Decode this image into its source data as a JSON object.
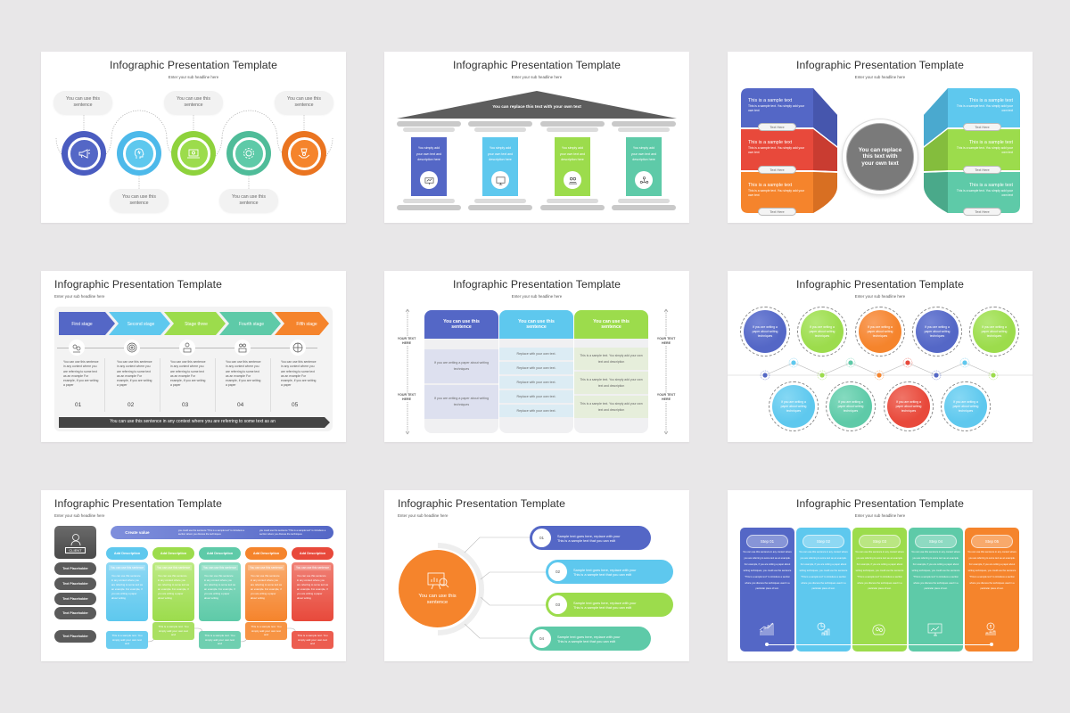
{
  "colors": {
    "background": "#e8e7e8",
    "blue": "#5467c6",
    "sky": "#5ec8ee",
    "green": "#9cdc4c",
    "teal": "#5ecaa8",
    "orange": "#f5842c",
    "red": "#e8493b",
    "gray": "#7a7a7a",
    "dark": "#3c3c3c"
  },
  "slides": [
    {
      "title": "Infographic Presentation Template",
      "subtitle": "Enter your sub headline here",
      "callouts": [
        "You can use this sentence",
        "You can use this sentence",
        "You can use this sentence",
        "You can use this sentence",
        "You can use this sentence"
      ],
      "icons": [
        "megaphone-icon",
        "head-idea-icon",
        "laptop-icon",
        "gear-cycle-icon",
        "hands-support-icon"
      ]
    },
    {
      "title": "Infographic Presentation Template",
      "subtitle": "Enter your sub headline here",
      "roof_text": "You can replace this text with your own text",
      "pillars": [
        {
          "text": "You simply add your own text and description here",
          "icon": "presentation-board-icon"
        },
        {
          "text": "You simply add your own text and description here",
          "icon": "monitor-icon"
        },
        {
          "text": "You simply add your own text and description here",
          "icon": "team-meeting-icon"
        },
        {
          "text": "You simply add your own text and description here",
          "icon": "network-people-icon"
        }
      ]
    },
    {
      "title": "Infographic Presentation Template",
      "subtitle": "Enter your sub headline here",
      "center_text": "You can replace this text with your own text",
      "left_blocks": [
        {
          "heading": "This is a sample text",
          "body": "This is a sample text. You simply add your own text",
          "button": "Text Here"
        },
        {
          "heading": "This is a sample text",
          "body": "This is a sample text. You simply add your own text",
          "button": "Text Here"
        },
        {
          "heading": "This is a sample text",
          "body": "This is a sample text. You simply add your own text",
          "button": "Text Here"
        }
      ],
      "right_blocks": [
        {
          "heading": "This is a sample text",
          "body": "This is a sample text. You simply add your own text",
          "button": "Text Here"
        },
        {
          "heading": "This is a sample text",
          "body": "This is a sample text. You simply add your own text",
          "button": "Text Here"
        },
        {
          "heading": "This is a sample text",
          "body": "This is a sample text. You simply add your own text",
          "button": "Text Here"
        }
      ]
    },
    {
      "title": "Infographic Presentation Template",
      "subtitle": "Enter your sub headline here",
      "stages": [
        {
          "label": "First stage",
          "number": "01",
          "icon": "gears-people-icon",
          "text": "You can use this sentence in any context where you are referring to some text as an example For example, if you are writing a paper"
        },
        {
          "label": "Second stage",
          "number": "02",
          "icon": "target-icon",
          "text": "You can use this sentence in any context where you are referring to some text as an example For example, if you are writing a paper"
        },
        {
          "label": "Stage three",
          "number": "03",
          "icon": "box-idea-icon",
          "text": "You can use this sentence in any context where you are referring to some text as an example For example, if you are writing a paper"
        },
        {
          "label": "Fourth stage",
          "number": "04",
          "icon": "box-gears-icon",
          "text": "You can use this sentence in any context where you are referring to some text as an example For example, if you are writing a paper"
        },
        {
          "label": "Fifth stage",
          "number": "05",
          "icon": "globe-target-icon",
          "text": "You can use this sentence in any context where you are referring to some text as an example For example, if you are writing a paper"
        }
      ],
      "footer_bar": "You can use this sentence in any context where you are referring to some text as an"
    },
    {
      "title": "Infographic Presentation Template",
      "subtitle": "Enter your sub headline here",
      "side_labels": [
        "YOUR TEXT HERE",
        "YOUR TEXT HERE",
        "YOUR TEXT HERE",
        "YOUR TEXT HERE"
      ],
      "columns": [
        {
          "header": "You can use this sentence",
          "rows": [
            "If you are writing a paper about writing techniques",
            "If you are writing a paper about writing techniques"
          ]
        },
        {
          "header": "You can use this sentence",
          "rows": [
            "Replace with your own text.",
            "Replace with your own text.",
            "Replace with your own text.",
            "Replace with your own text.",
            "Replace with your own text."
          ]
        },
        {
          "header": "You can use this sentence",
          "rows": [
            "This is a sample text. You simply add your own text and description",
            "This is a sample text. You simply add your own text and description",
            "This is a sample text. You simply add your own text and description"
          ]
        }
      ]
    },
    {
      "title": "Infographic Presentation Template",
      "subtitle": "Enter your sub headline here",
      "top_bubbles": [
        "If you are writing a paper about writing techniques",
        "If you are writing a paper about writing techniques",
        "If you are writing a paper about writing techniques",
        "If you are writing a paper about writing techniques",
        "If you are writing a paper about writing techniques"
      ],
      "bottom_bubbles": [
        "If you are writing a paper about writing techniques",
        "If you are writing a paper about writing techniques",
        "If you are writing a paper about writing techniques",
        "If you are writing a paper about writing techniques"
      ]
    },
    {
      "title": "Infographic Presentation Template",
      "subtitle": "Enter your sub headline here",
      "client_label": "CLIENT",
      "create_value": "Create value",
      "create_value_notes": [
        "you could use the sentence \"This is a sample text\" to introduce a section where you discuss the techniques",
        "you could use the sentence \"This is a sample text\" to introduce a section where you discuss the techniques"
      ],
      "placeholders": [
        "Text Placeholder",
        "Text Placeholder",
        "Text Placeholder",
        "Text Placeholder",
        "Text Placeholder"
      ],
      "columns": [
        {
          "pill": "Add Description",
          "head": "You can use this sentence",
          "body": "You can use this sentence in any context where you are referring to some text as an example. For example, if you are writing a paper about writing",
          "note": "This is a sample text. You simply add your own text and"
        },
        {
          "pill": "Add Description",
          "head": "You can use this sentence",
          "body": "You can use this sentence in any context where you are referring to some text as an example. For example, if you are writing a paper about writing",
          "note": "This is a sample text. You simply add your own text and"
        },
        {
          "pill": "Add Description",
          "head": "You can use this sentence",
          "body": "You can use this sentence in any context where you are referring to some text as an example. For example, if you are writing a paper about writing",
          "note": "This is a sample text. You simply add your own text and"
        },
        {
          "pill": "Add Description",
          "head": "You can use this sentence",
          "body": "You can use this sentence in any context where you are referring to some text as an example. For example, if you are writing a paper about writing",
          "note": "This is a sample text. You simply add your own text and"
        },
        {
          "pill": "Add Description",
          "head": "You can use this sentence",
          "body": "You can use this sentence in any context where you are referring to some text as an example. For example, if you are writing a paper about writing",
          "note": "This is a sample text. You simply add your own text and"
        }
      ]
    },
    {
      "title": "Infographic Presentation Template",
      "subtitle": "Enter your sub headline here",
      "hub_text": "You can use this sentence",
      "hub_icon": "presentation-analytics-icon",
      "items": [
        {
          "number": "01",
          "line1": "Sample text goes here, replace with your",
          "line2": "This is a sample text that you can edit"
        },
        {
          "number": "02",
          "line1": "Sample text goes here, replace with your",
          "line2": "This is a sample text that you can edit"
        },
        {
          "number": "03",
          "line1": "Sample text goes here, replace with your",
          "line2": "This is a sample text that you can edit"
        },
        {
          "number": "04",
          "line1": "Sample text goes here, replace with your",
          "line2": "This is a sample text that you can edit"
        }
      ]
    },
    {
      "title": "Infographic Presentation Template",
      "subtitle": "Enter your sub headline here",
      "steps": [
        {
          "label": "Step 01",
          "icon": "growth-chart-icon",
          "text": "You can use this sentence in any context where you are referring to some text as an example. For example, if you are writing a paper about writing techniques, you could use the sentence \"This is a sample text\" to introduce a section where you discuss the techniques used in a particular piece of text."
        },
        {
          "label": "Step 02",
          "icon": "pie-bar-chart-icon",
          "text": "You can use this sentence in any context where you are referring to some text as an example. For example, if you are writing a paper about writing techniques, you could use the sentence \"This is a sample text\" to introduce a section where you discuss the techniques used in a particular piece of text."
        },
        {
          "label": "Step 03",
          "icon": "brain-gears-icon",
          "text": "You can use this sentence in any context where you are referring to some text as an example. For example, if you are writing a paper about writing techniques, you could use the sentence \"This is a sample text\" to introduce a section where you discuss the techniques used in a particular piece of text."
        },
        {
          "label": "Step 04",
          "icon": "dashboard-monitor-icon",
          "text": "You can use this sentence in any context where you are referring to some text as an example. For example, if you are writing a paper about writing techniques, you could use the sentence \"This is a sample text\" to introduce a section where you discuss the techniques used in a particular piece of text."
        },
        {
          "label": "Step 05",
          "icon": "money-chart-icon",
          "text": "You can use this sentence in any context where you are referring to some text as an example. For example, if you are writing a paper about writing techniques, you could use the sentence \"This is a sample text\" to introduce a section where you discuss the techniques used in a particular piece of text."
        }
      ]
    }
  ]
}
